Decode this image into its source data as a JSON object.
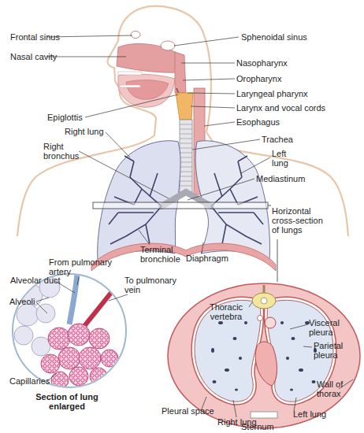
{
  "diagram": {
    "labels": [
      "Frontal sinus",
      "Sphenoidal sinus",
      "Nasal cavity",
      "Nasopharynx",
      "Oropharynx",
      "Laryngeal pharynx",
      "Larynx and vocal cords",
      "Epiglottis",
      "Esophagus",
      "Right lung",
      "Trachea",
      "Right bronchus",
      "Left lung",
      "Mediastinum",
      "Horizontal cross-section of lungs",
      "Terminal bronchiole",
      "Diaphragm",
      "From pulmonary artery",
      "Alveolar duct",
      "To pulmonary vein",
      "Alveoli",
      "Thoracic vertebra",
      "Visceral pleura",
      "Parietal pleura",
      "Wall of thorax",
      "Capillaries",
      "Section of lung enlarged",
      "Pleural space",
      "Right lung",
      "Left lung",
      "Sternum"
    ]
  }
}
